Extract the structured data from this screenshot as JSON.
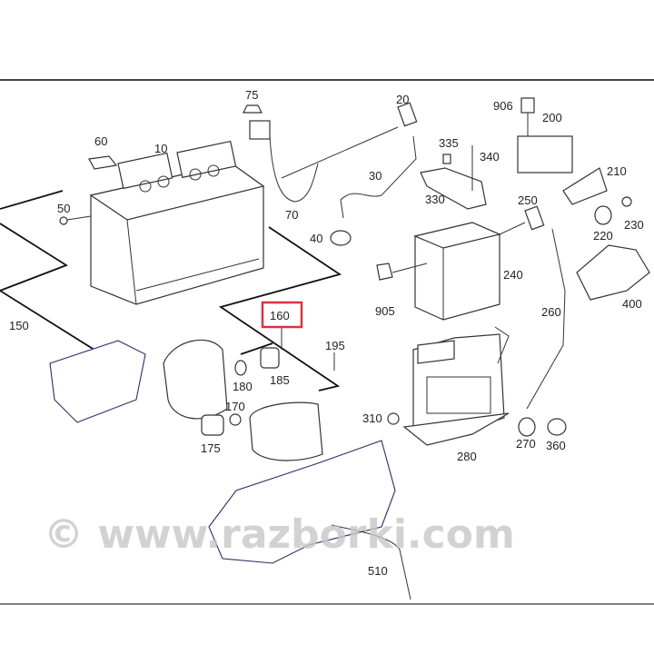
{
  "diagram": {
    "highlighted_part": "160",
    "highlight_color": "#d9333f",
    "labels": [
      "75",
      "20",
      "906",
      "200",
      "60",
      "10",
      "335",
      "340",
      "30",
      "210",
      "50",
      "330",
      "250",
      "70",
      "230",
      "220",
      "40",
      "240",
      "400",
      "905",
      "160",
      "260",
      "150",
      "195",
      "185",
      "180",
      "170",
      "310",
      "270",
      "360",
      "175",
      "280",
      "510"
    ],
    "watermark": "© www.razborki.com"
  }
}
